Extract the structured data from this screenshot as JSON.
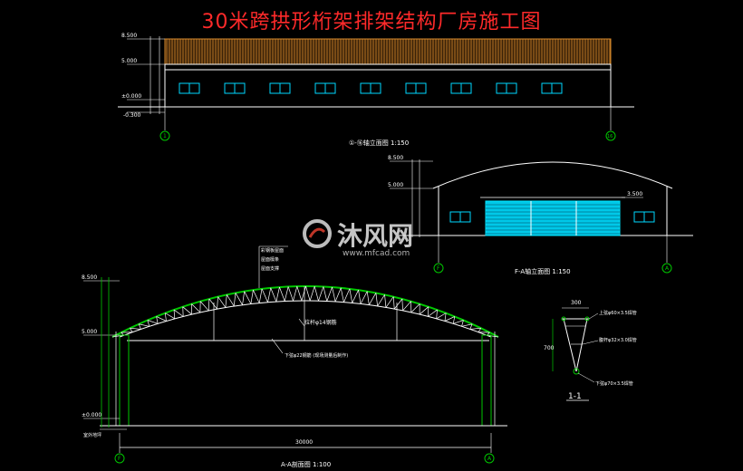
{
  "title": "30米跨拱形桁架排架结构厂房施工图",
  "colors": {
    "background": "#000000",
    "title": "#ff2a2a",
    "lines": "#ffffff",
    "green": "#00c800",
    "cyan": "#00d8ff",
    "orange": "#d98a2b"
  },
  "elevation_front": {
    "caption": "①-⑯轴立面图 1:150",
    "axis_left": "1",
    "axis_right": "16",
    "levels": [
      "8.500",
      "5.000",
      "±0.000",
      "-0.300"
    ]
  },
  "elevation_side": {
    "caption": "F-A轴立面图 1:150",
    "axis_left": "F",
    "axis_right": "A",
    "levels": [
      "8.500",
      "5.000"
    ],
    "dim_right": "3.500"
  },
  "section": {
    "caption": "A-A剖面图 1:100",
    "span_dim": "30000",
    "axis_left": "F",
    "axis_right": "A",
    "levels": [
      "8.500",
      "5.000",
      "±0.000"
    ],
    "ground_label": "室外地坪",
    "roof_labels": [
      "彩钢板屋面",
      "屋面檩条",
      "屋面支撑"
    ],
    "tie_label": "拉杆φ14钢筋",
    "bottom_chord_label": "下弦φ22钢筋 (现场测量后制作)"
  },
  "detail": {
    "title": "1-1",
    "width_dim": "300",
    "height_dim": "700",
    "top_chord": "上弦φ60×3.5焊管",
    "web": "腹杆φ32×3.0焊管",
    "bottom_chord": "下弦φ70×3.5焊管"
  },
  "watermark": {
    "brand": "沐风网",
    "url": "www.mfcad.com"
  }
}
